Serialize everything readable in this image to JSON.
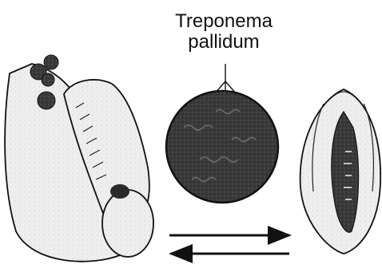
{
  "label": {
    "line1": "Treponema",
    "line2": "pallidum"
  },
  "colors": {
    "ink": "#111111",
    "skin": "#efefef",
    "shade": "#d9d9d9",
    "lesion": "#2a2a2a",
    "background": "#ffffff"
  },
  "arrows": {
    "top_direction": "right",
    "bottom_direction": "left"
  }
}
